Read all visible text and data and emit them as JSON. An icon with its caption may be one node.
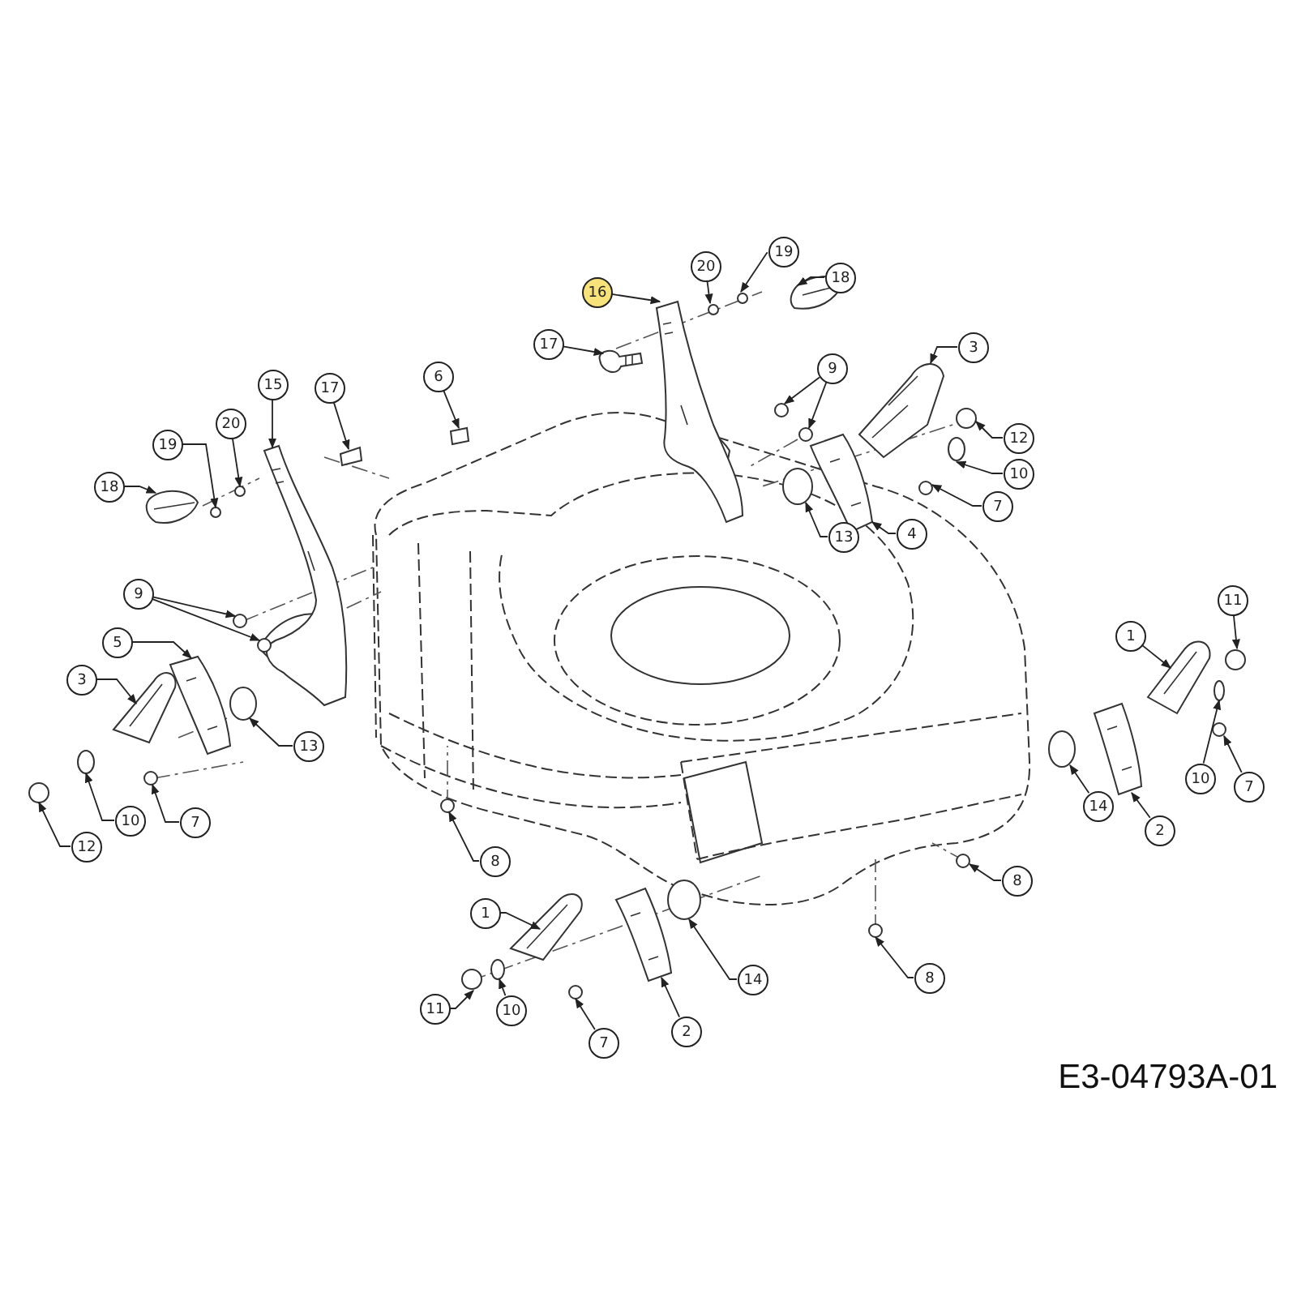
{
  "diagram": {
    "nodes": [
      {
        "text": [
          "16"
        ]
      },
      {
        "text": [
          "20"
        ]
      },
      {
        "text": [
          "19"
        ]
      },
      {
        "text": [
          "18"
        ]
      },
      {
        "text": [
          "17"
        ]
      },
      {
        "text": [
          "3"
        ]
      },
      {
        "text": [
          "6"
        ]
      },
      {
        "text": [
          "9"
        ]
      },
      {
        "text": [
          "15"
        ]
      },
      {
        "text": [
          "17"
        ]
      },
      {
        "text": [
          "20"
        ]
      },
      {
        "text": [
          "12"
        ]
      },
      {
        "text": [
          "19"
        ]
      },
      {
        "text": [
          "10"
        ]
      },
      {
        "text": [
          "18"
        ]
      },
      {
        "text": [
          "7"
        ]
      },
      {
        "text": [
          "13"
        ]
      },
      {
        "text": [
          "4"
        ]
      },
      {
        "text": [
          "9"
        ]
      },
      {
        "text": [
          "11"
        ]
      },
      {
        "text": [
          "1"
        ]
      },
      {
        "text": [
          "5"
        ]
      },
      {
        "text": [
          "3"
        ]
      },
      {
        "text": [
          "13"
        ]
      },
      {
        "text": [
          "10"
        ]
      },
      {
        "text": [
          "7"
        ]
      },
      {
        "text": [
          "14"
        ]
      },
      {
        "text": [
          "10"
        ]
      },
      {
        "text": [
          "7"
        ]
      },
      {
        "text": [
          "2"
        ]
      },
      {
        "text": [
          "12"
        ]
      },
      {
        "text": [
          "8"
        ]
      },
      {
        "text": [
          "8"
        ]
      },
      {
        "text": [
          "1"
        ]
      },
      {
        "text": [
          "11"
        ]
      },
      {
        "text": [
          "10"
        ]
      },
      {
        "text": [
          "14"
        ]
      },
      {
        "text": [
          "8"
        ]
      },
      {
        "text": [
          "2"
        ]
      },
      {
        "text": [
          "7"
        ]
      },
      {
        "text": [],
        "shape": "picture"
      },
      {
        "text": [],
        "shape": "circle"
      },
      {
        "text": [],
        "shape": "circle"
      },
      {
        "text": [],
        "shape": "picture"
      },
      {
        "text": [],
        "shape": "picture"
      },
      {
        "text": [],
        "shape": "picture"
      },
      {
        "text": [],
        "shape": "box"
      },
      {
        "text": [],
        "shape": "circle"
      },
      {
        "text": [],
        "shape": "circle"
      },
      {
        "text": [],
        "shape": "picture"
      },
      {
        "text": [],
        "shape": "box"
      },
      {
        "text": [],
        "shape": "circle"
      },
      {
        "text": [],
        "shape": "circle"
      },
      {
        "text": [],
        "shape": "circle"
      },
      {
        "text": [],
        "shape": "circle"
      },
      {
        "text": [],
        "shape": "picture"
      },
      {
        "text": [],
        "shape": "circle"
      },
      {
        "text": [],
        "shape": "circle"
      },
      {
        "text": [],
        "shape": "picture"
      },
      {
        "text": [],
        "shape": "circle"
      },
      {
        "text": [],
        "shape": "circle"
      },
      {
        "text": [],
        "shape": "circle"
      },
      {
        "text": [],
        "shape": "picture"
      },
      {
        "text": [],
        "shape": "picture"
      },
      {
        "text": [],
        "shape": "picture"
      },
      {
        "text": [],
        "shape": "circle"
      },
      {
        "text": [],
        "shape": "circle"
      },
      {
        "text": [],
        "shape": "circle"
      },
      {
        "text": [],
        "shape": "circle"
      },
      {
        "text": [],
        "shape": "circle"
      },
      {
        "text": [],
        "shape": "circle"
      },
      {
        "text": [],
        "shape": "picture"
      },
      {
        "text": [],
        "shape": "circle"
      },
      {
        "text": [],
        "shape": "circle"
      },
      {
        "text": [],
        "shape": "circle"
      },
      {
        "text": [],
        "shape": "picture"
      },
      {
        "text": [],
        "shape": "circle"
      },
      {
        "text": [],
        "shape": "circle"
      },
      {
        "text": [],
        "shape": "circle"
      },
      {
        "text": [],
        "shape": "circle"
      },
      {
        "text": [],
        "shape": "picture"
      },
      {
        "text": [],
        "shape": "circle"
      }
    ],
    "edges": [
      {
        "from": 0,
        "to": 40,
        "arrow": "to"
      },
      {
        "from": 1,
        "to": 41,
        "arrow": "to"
      },
      {
        "from": 2,
        "to": 42,
        "arrow": "to"
      },
      {
        "from": 3,
        "to": 43,
        "arrow": "to"
      },
      {
        "from": 4,
        "to": 44,
        "arrow": "to"
      },
      {
        "from": 5,
        "to": 45,
        "arrow": "to"
      },
      {
        "from": 6,
        "to": 46,
        "arrow": "to"
      },
      {
        "from": 7,
        "to": 47,
        "arrow": "to"
      },
      {
        "from": 7,
        "to": 48,
        "arrow": "to"
      },
      {
        "from": 8,
        "to": 49,
        "arrow": "to"
      },
      {
        "from": 9,
        "to": 50,
        "arrow": "to"
      },
      {
        "from": 10,
        "to": 51,
        "arrow": "to"
      },
      {
        "from": 11,
        "to": 52,
        "arrow": "to"
      },
      {
        "from": 12,
        "to": 53,
        "arrow": "to"
      },
      {
        "from": 13,
        "to": 54,
        "arrow": "to"
      },
      {
        "from": 14,
        "to": 55,
        "arrow": "to"
      },
      {
        "from": 15,
        "to": 56,
        "arrow": "to"
      },
      {
        "from": 16,
        "to": 57,
        "arrow": "to"
      },
      {
        "from": 17,
        "to": 58,
        "arrow": "to"
      },
      {
        "from": 18,
        "to": 59,
        "arrow": "to"
      },
      {
        "from": 18,
        "to": 60,
        "arrow": "to"
      },
      {
        "from": 19,
        "to": 61,
        "arrow": "to"
      },
      {
        "from": 20,
        "to": 62,
        "arrow": "to"
      },
      {
        "from": 21,
        "to": 63,
        "arrow": "to"
      },
      {
        "from": 22,
        "to": 64,
        "arrow": "to"
      },
      {
        "from": 23,
        "to": 65,
        "arrow": "to"
      },
      {
        "from": 24,
        "to": 66,
        "arrow": "to"
      },
      {
        "from": 25,
        "to": 67,
        "arrow": "to"
      },
      {
        "from": 26,
        "to": 68,
        "arrow": "to"
      },
      {
        "from": 27,
        "to": 69,
        "arrow": "to"
      },
      {
        "from": 28,
        "to": 70,
        "arrow": "to"
      },
      {
        "from": 29,
        "to": 71,
        "arrow": "to"
      },
      {
        "from": 30,
        "to": 72,
        "arrow": "to"
      },
      {
        "from": 31,
        "to": 73,
        "arrow": "to"
      },
      {
        "from": 32,
        "to": 74,
        "arrow": "to"
      },
      {
        "from": 33,
        "to": 75,
        "arrow": "to"
      },
      {
        "from": 34,
        "to": 76,
        "arrow": "to"
      },
      {
        "from": 35,
        "to": 77,
        "arrow": "to"
      },
      {
        "from": 36,
        "to": 78,
        "arrow": "to"
      },
      {
        "from": 37,
        "to": 79,
        "arrow": "to"
      },
      {
        "from": 38,
        "to": 80,
        "arrow": "to"
      },
      {
        "from": 39,
        "to": 81,
        "arrow": "to"
      }
    ],
    "labels": [
      "E3-04793A-01"
    ]
  }
}
